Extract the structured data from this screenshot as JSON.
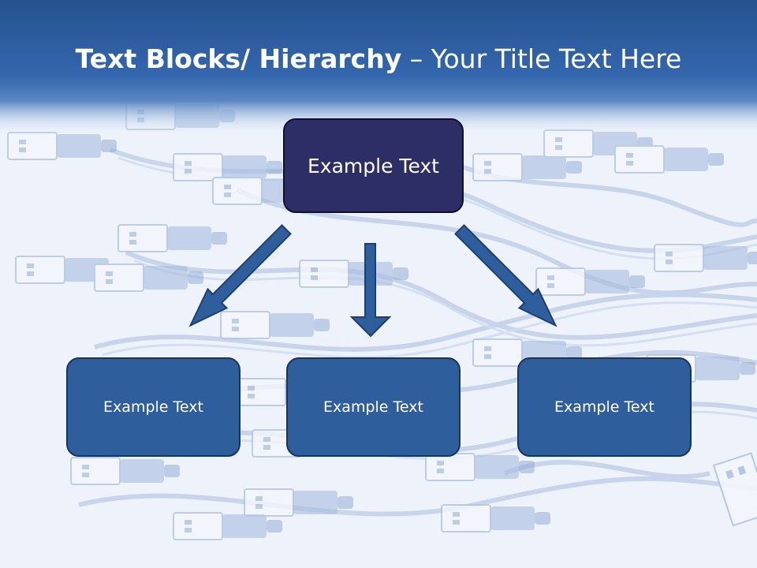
{
  "title": {
    "bold": "Text Blocks/ Hierarchy",
    "rest": " – Your Title Text Here"
  },
  "diagram": {
    "top": "Example Text",
    "children": [
      "Example Text",
      "Example Text",
      "Example Text"
    ]
  },
  "colors": {
    "header_blue": "#2f62a8",
    "top_box": "#2e2e66",
    "child_box": "#2f5e9c",
    "arrow": "#2f5e9c"
  },
  "background": "usb-cables-pattern"
}
